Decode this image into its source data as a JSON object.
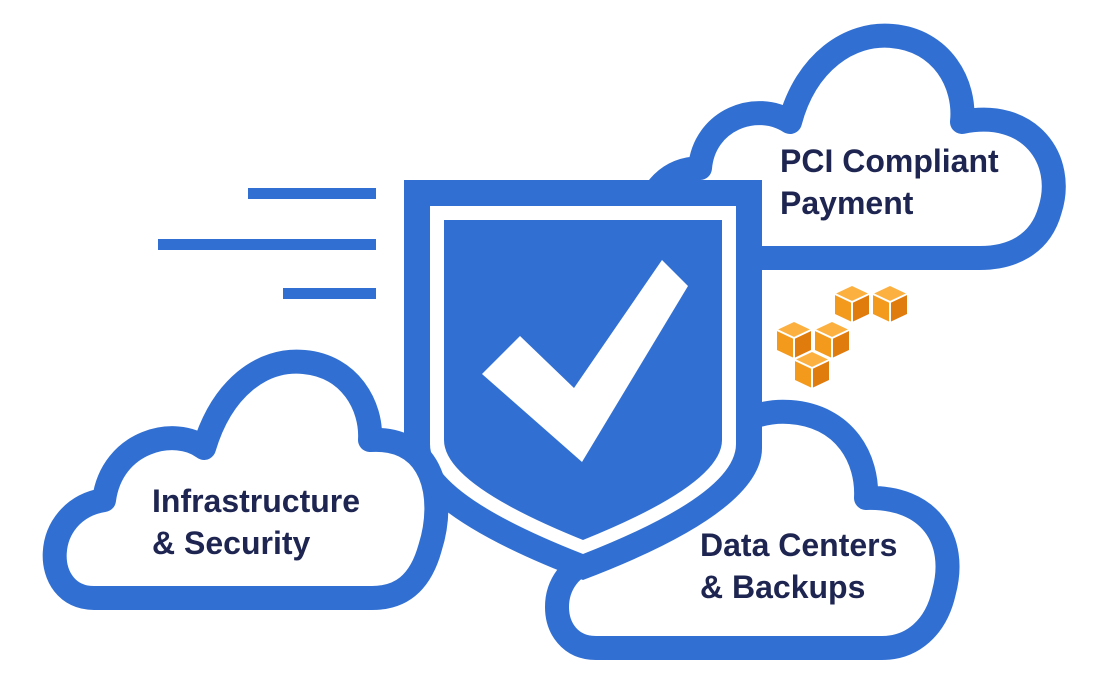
{
  "colors": {
    "primary": "#3170d2",
    "navy": "#1d2550",
    "accent": "#f39a1d",
    "background": "#ffffff"
  },
  "clouds": [
    {
      "id": "payment",
      "line1": "PCI Compliant",
      "line2": "Payment"
    },
    {
      "id": "infrastructure",
      "line1": "Infrastructure",
      "line2": "& Security"
    },
    {
      "id": "datacenters",
      "line1": "Data Centers",
      "line2": "& Backups"
    }
  ],
  "icons": {
    "shield": "shield-check-icon",
    "checkmark": "checkmark-icon",
    "speed_lines": "speed-lines-icon",
    "cubes": "aws-cubes-icon"
  }
}
